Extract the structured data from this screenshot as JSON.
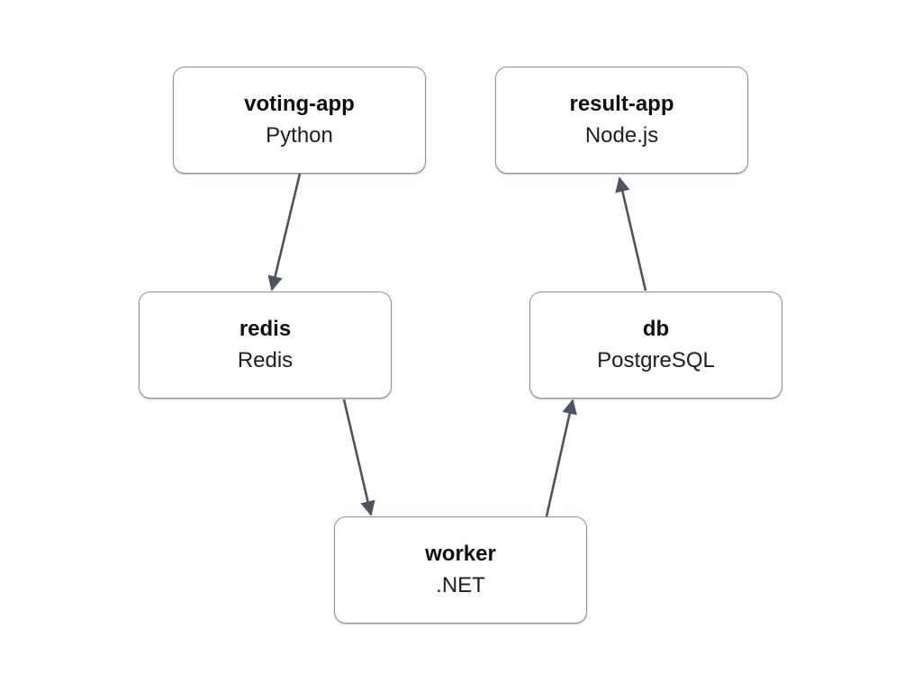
{
  "diagram": {
    "type": "architecture-flow",
    "nodes": [
      {
        "id": "voting-app",
        "title": "voting-app",
        "subtitle": "Python"
      },
      {
        "id": "result-app",
        "title": "result-app",
        "subtitle": "Node.js"
      },
      {
        "id": "redis",
        "title": "redis",
        "subtitle": "Redis"
      },
      {
        "id": "db",
        "title": "db",
        "subtitle": "PostgreSQL"
      },
      {
        "id": "worker",
        "title": "worker",
        "subtitle": ".NET"
      }
    ],
    "edges": [
      {
        "from": "voting-app",
        "to": "redis"
      },
      {
        "from": "redis",
        "to": "worker"
      },
      {
        "from": "worker",
        "to": "db"
      },
      {
        "from": "db",
        "to": "result-app"
      }
    ]
  },
  "colors": {
    "node_border": "#8e939a",
    "node_bg": "#ffffff",
    "title_text": "#0f0f0f",
    "subtitle_text": "#1d1d1d",
    "arrow": "#4d545e",
    "background": "#ffffff"
  }
}
